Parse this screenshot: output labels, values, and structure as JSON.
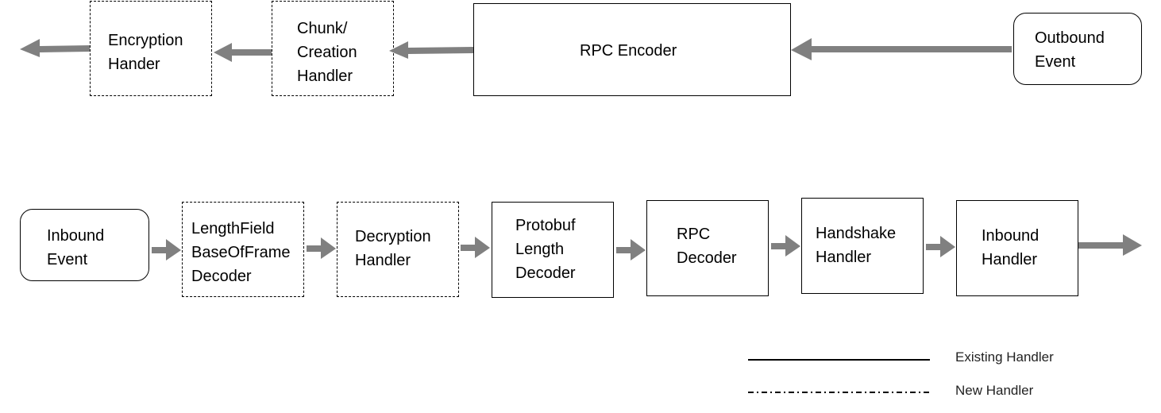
{
  "outbound_pipeline": {
    "nodes": [
      {
        "id": "outbound-event",
        "label": "Outbound\nEvent",
        "kind": "event"
      },
      {
        "id": "rpc-encoder",
        "label": "RPC Encoder",
        "kind": "existing"
      },
      {
        "id": "chunk-creation-handler",
        "label": "Chunk/\nCreation\nHandler",
        "kind": "new"
      },
      {
        "id": "encryption-handler",
        "label": "Encryption\nHander",
        "kind": "new"
      }
    ]
  },
  "inbound_pipeline": {
    "nodes": [
      {
        "id": "inbound-event",
        "label": "Inbound\nEvent",
        "kind": "event"
      },
      {
        "id": "lengthfield-decoder",
        "label": "LengthField\nBaseOfFrame\nDecoder",
        "kind": "new"
      },
      {
        "id": "decryption-handler",
        "label": "Decryption\nHandler",
        "kind": "new"
      },
      {
        "id": "protobuf-length-decoder",
        "label": "Protobuf\nLength\nDecoder",
        "kind": "existing"
      },
      {
        "id": "rpc-decoder",
        "label": "RPC\nDecoder",
        "kind": "existing"
      },
      {
        "id": "handshake-handler",
        "label": "Handshake\nHandler",
        "kind": "existing"
      },
      {
        "id": "inbound-handler",
        "label": "Inbound\nHandler",
        "kind": "existing"
      }
    ]
  },
  "legend": {
    "existing": "Existing Handler",
    "new": "New Handler"
  },
  "colors": {
    "arrow": "#808080",
    "border": "#000000"
  }
}
